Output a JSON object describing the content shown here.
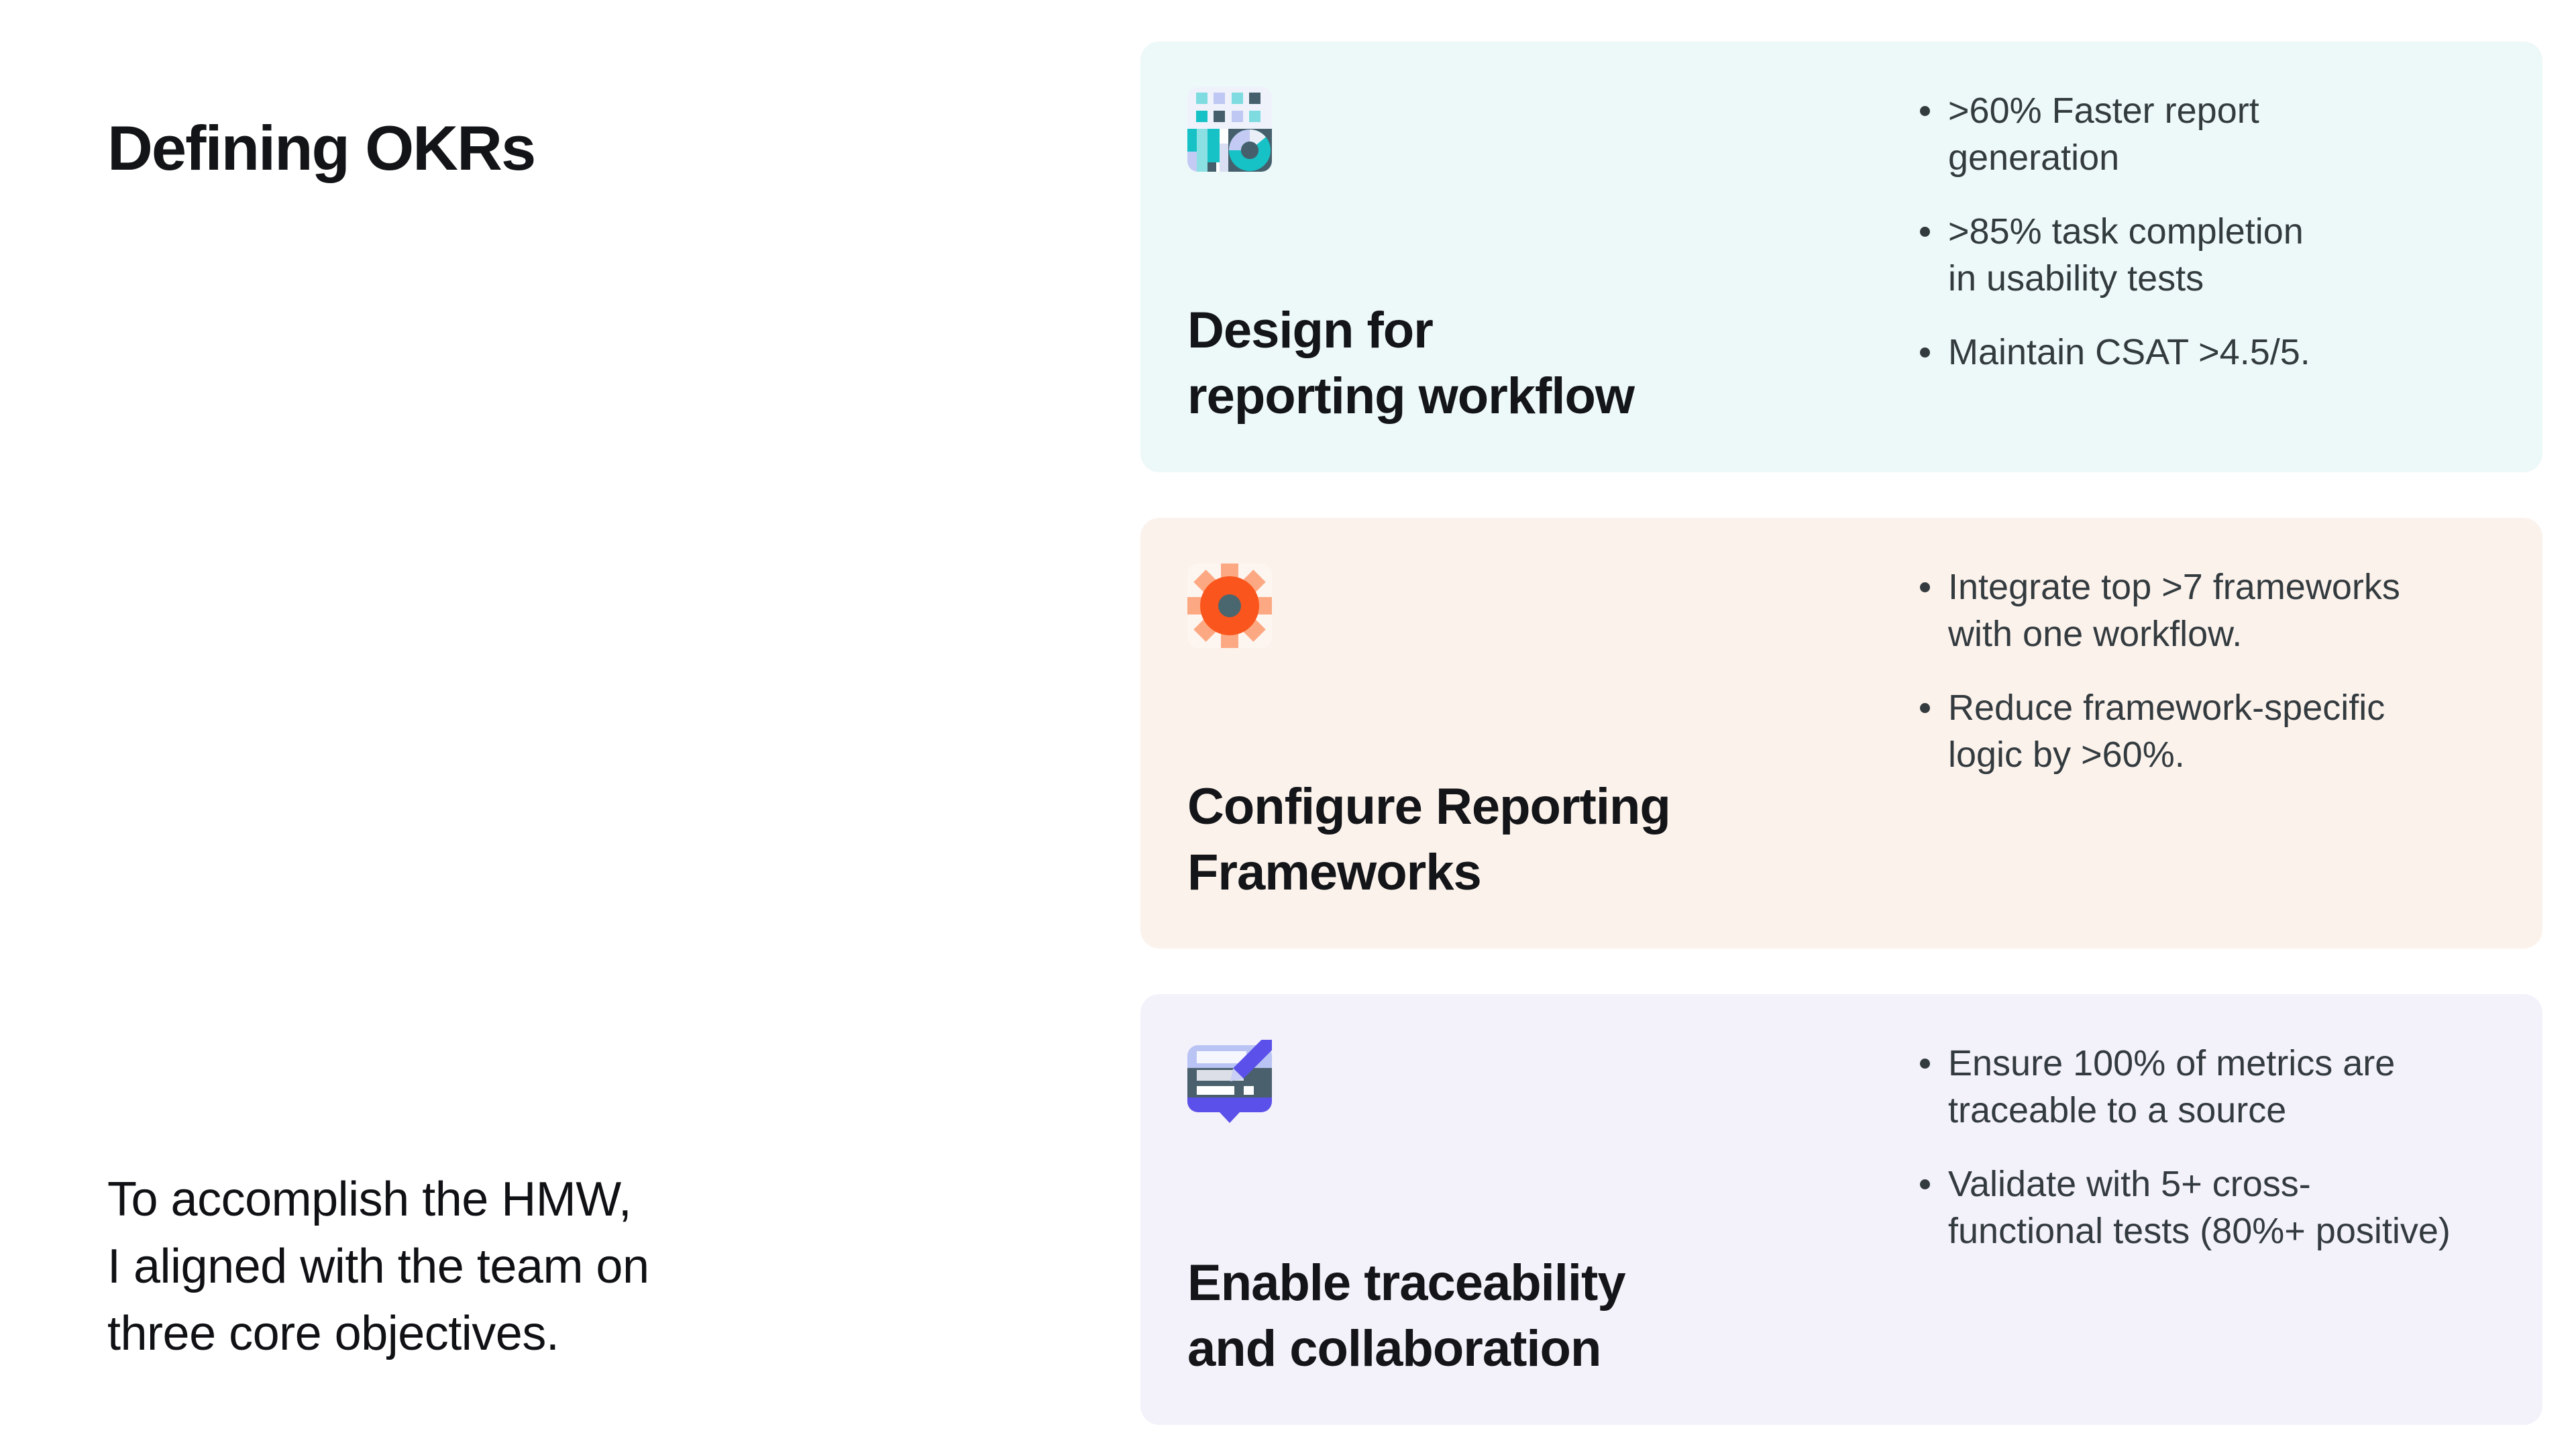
{
  "page": {
    "title": "Defining OKRs",
    "note": "To accomplish the HMW,\nI aligned with the team on\nthree core objectives."
  },
  "cards": [
    {
      "icon": "analytics-dashboard-icon",
      "background": "#EDF8F9",
      "title": "Design for\nreporting workflow",
      "bullets": [
        ">60% Faster report\ngeneration",
        ">85% task completion\nin usability tests",
        "Maintain CSAT >4.5/5."
      ]
    },
    {
      "icon": "gear-icon",
      "background": "#FCF2EC",
      "title": "Configure Reporting\nFrameworks",
      "bullets": [
        "Integrate top >7 frameworks\nwith one workflow.",
        "Reduce framework-specific\nlogic by >60%."
      ]
    },
    {
      "icon": "form-edit-icon",
      "background": "#F3F1FA",
      "title": "Enable traceability\nand collaboration",
      "bullets": [
        "Ensure 100% of metrics are\ntraceable to a source",
        "Validate with 5+ cross-\nfunctional tests (80%+ positive)"
      ]
    }
  ],
  "colors": {
    "page_background": "#FFFFFF",
    "heading_text": "#131518",
    "bullet_text": "#333B3F",
    "card_cyan_bg": "#EDF8F9",
    "card_peach_bg": "#FCF2EC",
    "card_lavender_bg": "#F3F1FA",
    "accent_teal": "#16C2C6",
    "accent_light_teal": "#8BE0E3",
    "accent_lavender": "#C3CAF4",
    "accent_slate": "#45606C",
    "accent_orange": "#FA551C",
    "accent_light_orange": "#FCA983",
    "accent_purple": "#5B50E9",
    "accent_periwinkle": "#B9C4F4"
  }
}
